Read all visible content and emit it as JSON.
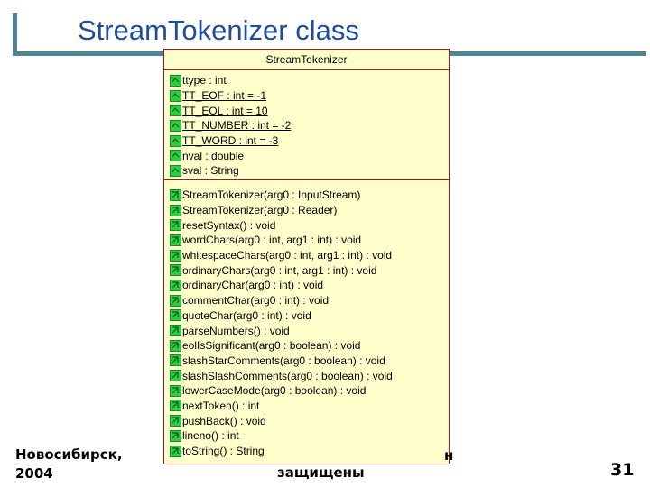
{
  "slide": {
    "title": "StreamTokenizer class",
    "footer_left_line1": "Новосибирск,",
    "footer_left_line2": "2004",
    "footer_center": "защищены",
    "footer_cut": "н",
    "page_number": "31"
  },
  "uml": {
    "class_name": "StreamTokenizer",
    "attributes": [
      {
        "text": "ttype : int",
        "static": false
      },
      {
        "text": "TT_EOF : int = -1",
        "static": true
      },
      {
        "text": "TT_EOL : int = 10",
        "static": true
      },
      {
        "text": "TT_NUMBER : int = -2",
        "static": true
      },
      {
        "text": "TT_WORD : int = -3",
        "static": true
      },
      {
        "text": "nval : double",
        "static": false
      },
      {
        "text": "sval : String",
        "static": false
      }
    ],
    "operations": [
      "StreamTokenizer(arg0 : InputStream)",
      "StreamTokenizer(arg0 : Reader)",
      "resetSyntax() : void",
      "wordChars(arg0 : int, arg1 : int) : void",
      "whitespaceChars(arg0 : int, arg1 : int) : void",
      "ordinaryChars(arg0 : int, arg1 : int) : void",
      "ordinaryChar(arg0 : int) : void",
      "commentChar(arg0 : int) : void",
      "quoteChar(arg0 : int) : void",
      "parseNumbers() : void",
      "eolIsSignificant(arg0 : boolean) : void",
      "slashStarComments(arg0 : boolean) : void",
      "slashSlashComments(arg0 : boolean) : void",
      "lowerCaseMode(arg0 : boolean) : void",
      "nextToken() : int",
      "pushBack() : void",
      "lineno() : int",
      "toString() : String"
    ]
  },
  "colors": {
    "title": "#1f4e99",
    "accent": "#4f8494",
    "uml_fill": "#ffffcc",
    "uml_border": "#a4161a",
    "icon_green": "#2ecc40"
  },
  "icons": {
    "attribute": "public-attribute-icon",
    "operation": "public-operation-icon"
  }
}
